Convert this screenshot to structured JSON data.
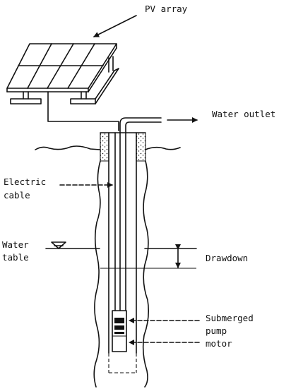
{
  "labels": {
    "pv_array": "PV array",
    "water_outlet": "Water outlet",
    "electric_cable_1": "Electric",
    "electric_cable_2": "cable",
    "water_table_1": "Water",
    "water_table_2": "table",
    "drawdown": "Drawdown",
    "pump_1": "Submerged",
    "pump_2": "pump",
    "motor": "motor"
  }
}
